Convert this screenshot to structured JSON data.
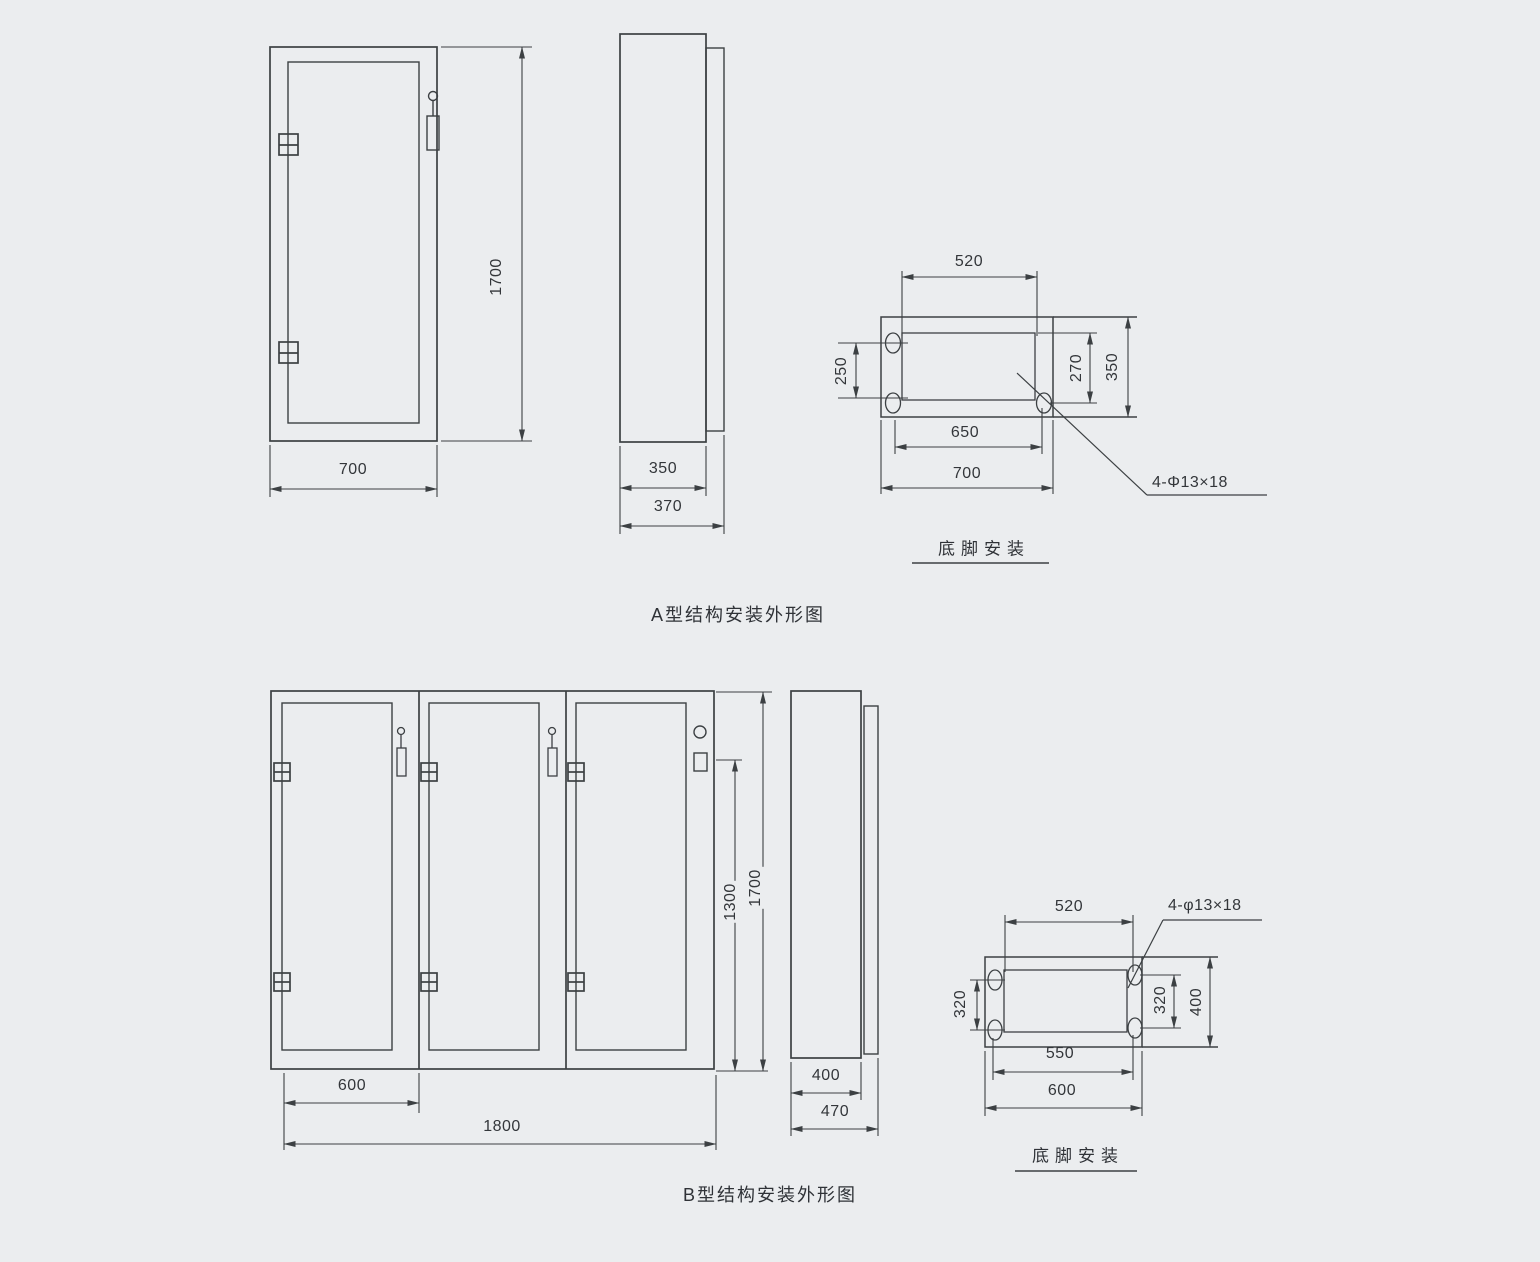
{
  "colors": {
    "background": "#ebedef",
    "line": "#3c4043",
    "text": "#33363a"
  },
  "section_a": {
    "title": "A型结构安装外形图",
    "front": {
      "width": "700",
      "height": "1700"
    },
    "side": {
      "depth": "350",
      "total_depth": "370"
    },
    "foot": {
      "caption": "底脚安装",
      "hole_label": "4-Φ13×18",
      "top_width": "520",
      "left_height": "250",
      "inner_height": "270",
      "outer_height": "350",
      "inner_width": "650",
      "outer_width": "700"
    }
  },
  "section_b": {
    "title": "B型结构安装外形图",
    "front": {
      "door_width": "600",
      "total_width": "1800",
      "inner_height": "1300",
      "height": "1700"
    },
    "side": {
      "depth": "400",
      "total_depth": "470"
    },
    "foot": {
      "caption": "底脚安装",
      "hole_label": "4-φ13×18",
      "top_width": "520",
      "left_height": "320",
      "inner_height": "320",
      "outer_height": "400",
      "inner_width": "550",
      "outer_width": "600"
    }
  }
}
